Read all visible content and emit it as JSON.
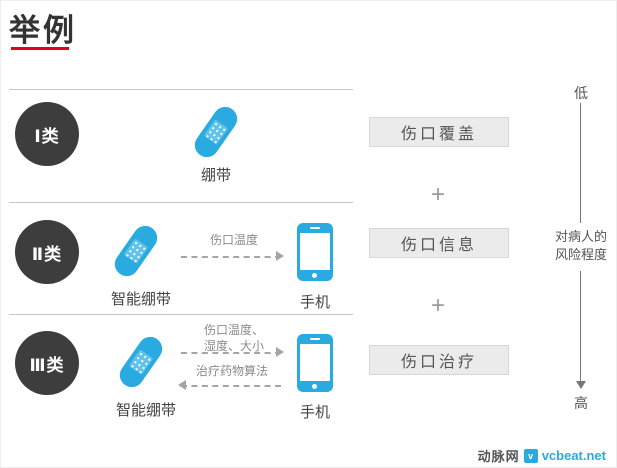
{
  "title": "举例",
  "rows": [
    {
      "class_label": "Ⅰ类",
      "device_label": "绷带",
      "result_label": "伤口覆盖"
    },
    {
      "class_label": "Ⅱ类",
      "device_label": "智能绷带",
      "phone_label": "手机",
      "arrow_label": "伤口温度",
      "result_label": "伤口信息"
    },
    {
      "class_label": "Ⅲ类",
      "device_label": "智能绷带",
      "phone_label": "手机",
      "arrow_label_line1": "伤口温度、",
      "arrow_label_line2": "湿度、大小",
      "arrow_label_return": "治疗药物算法",
      "result_label": "伤口治疗"
    }
  ],
  "plus_sign": "+",
  "risk_axis": {
    "low": "低",
    "high": "高",
    "label_line1": "对病人的",
    "label_line2": "风险程度"
  },
  "footer": {
    "brand": "动脉网",
    "logo_letter": "v",
    "site": "vcbeat.net"
  },
  "colors": {
    "accent_blue": "#29abe2",
    "accent_red": "#e60012",
    "circle_dark": "#3d3d3d",
    "box_gray": "#ebebeb"
  }
}
